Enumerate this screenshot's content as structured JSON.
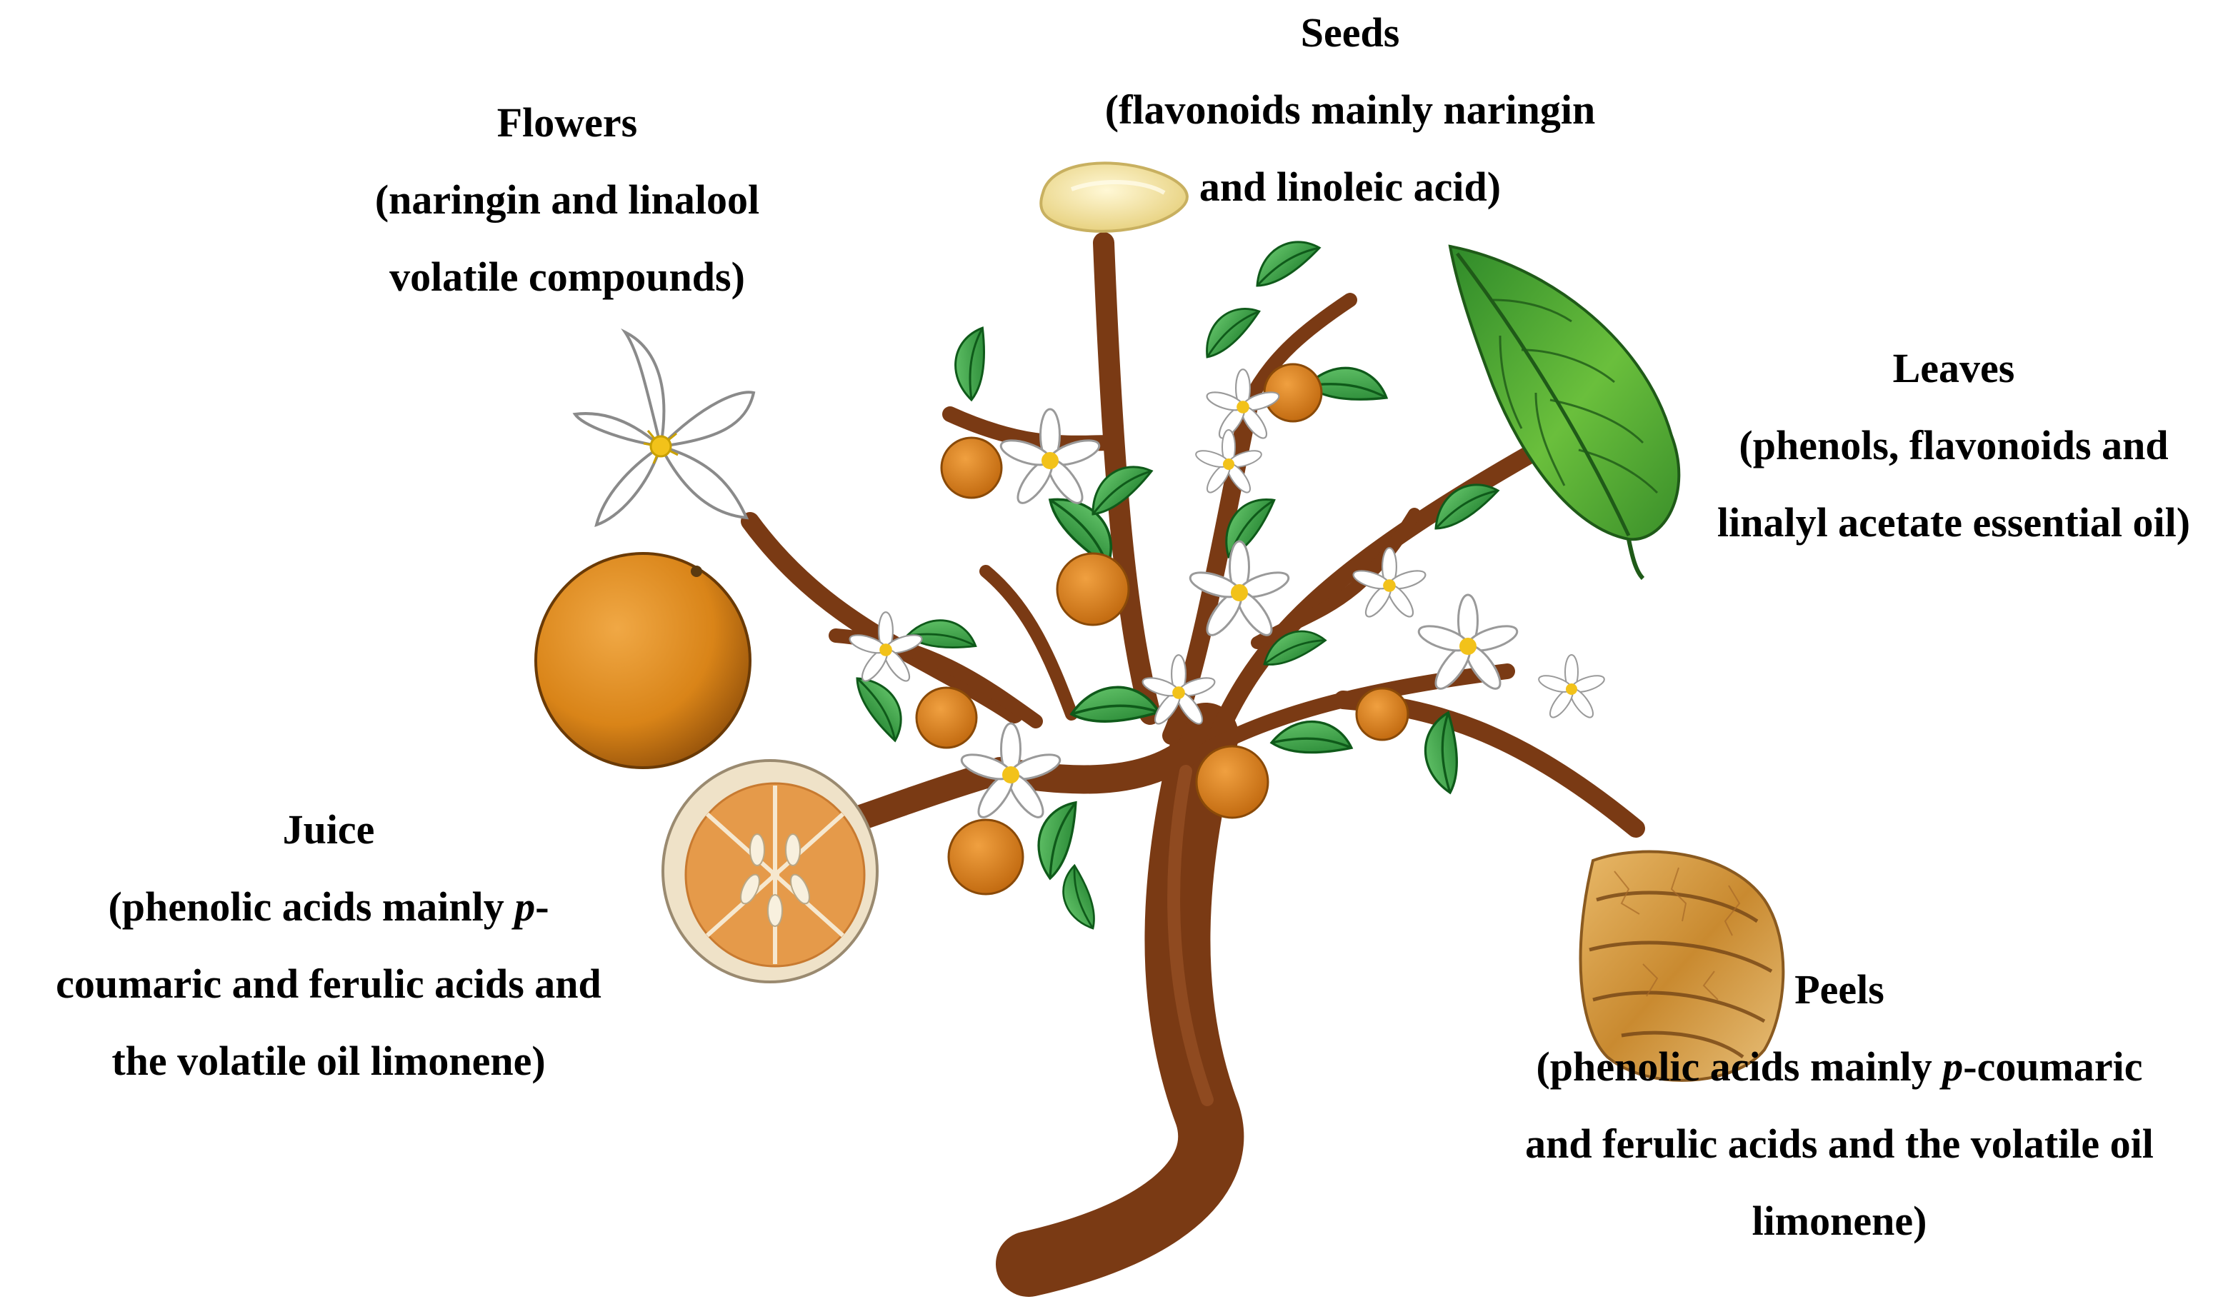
{
  "labels": {
    "seeds": {
      "title": "Seeds",
      "lines": [
        "(flavonoids mainly naringin",
        "and linoleic acid)"
      ]
    },
    "flowers": {
      "title": "Flowers",
      "lines": [
        "(naringin and linalool",
        "volatile compounds)"
      ]
    },
    "leaves": {
      "title": "Leaves",
      "lines": [
        "(phenols, flavonoids and",
        "linalyl acetate essential oil)"
      ]
    },
    "juice": {
      "title": "Juice",
      "lines": [
        "(phenolic acids mainly",
        "p",
        "-",
        "coumaric and ferulic acids and",
        "the volatile oil limonene)"
      ]
    },
    "peels": {
      "title": "Peels",
      "lines": [
        "(phenolic acids mainly",
        "p",
        "-coumaric",
        "and ferulic acids and the volatile oil",
        "limonene)"
      ]
    }
  },
  "colors": {
    "trunk": "#7a3a14",
    "trunk_highlight": "#a0582a",
    "leaf_dark": "#1f8a2e",
    "leaf_light": "#5cc06a",
    "orange": "#e08a1c",
    "orange_dark": "#b5600e",
    "flower": "#ffffff",
    "flower_center": "#f2c21a",
    "seed": "#f4e3a6",
    "peel": "#d9a24a"
  },
  "icons": [
    "seed-icon",
    "flower-icon",
    "leaf-icon",
    "orange-fruit-icon",
    "orange-half-icon",
    "peel-icon"
  ]
}
